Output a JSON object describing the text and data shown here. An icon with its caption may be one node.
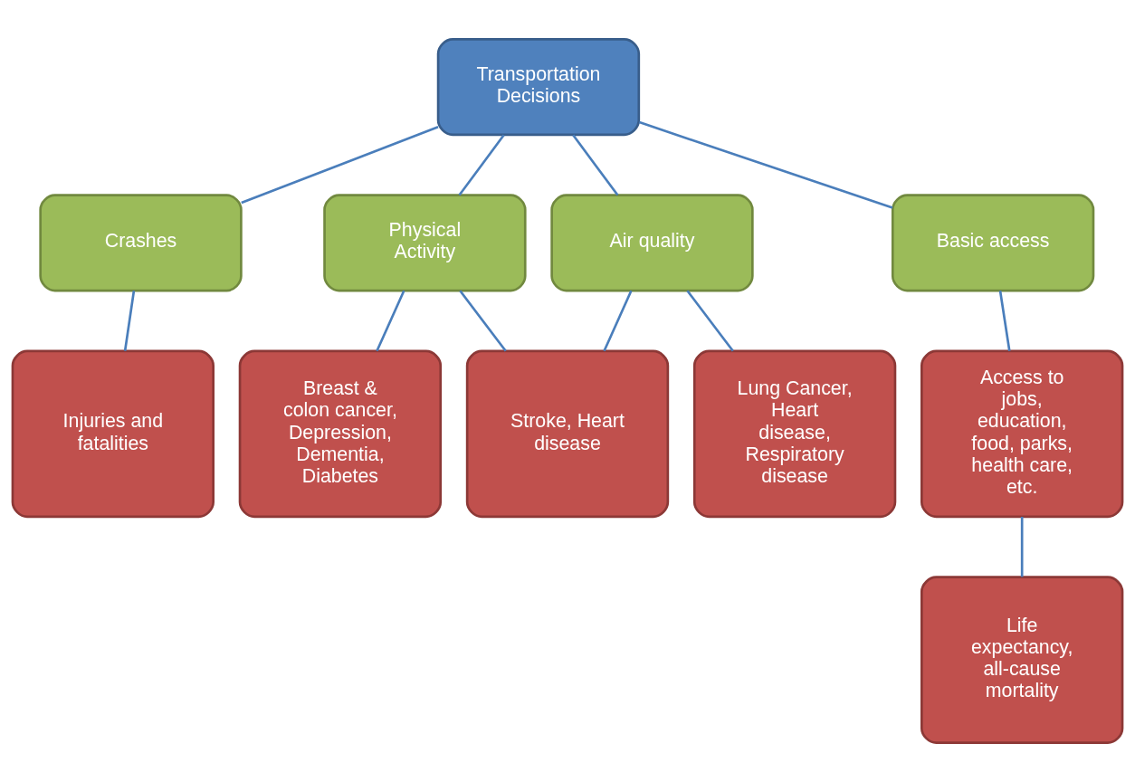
{
  "diagram": {
    "nodes": [
      {
        "text": [
          "Transportation Decisions"
        ]
      },
      {
        "text": [
          "Crashes"
        ]
      },
      {
        "text": [
          "Physical Activity"
        ]
      },
      {
        "text": [
          "Air quality"
        ]
      },
      {
        "text": [
          "Basic access"
        ]
      },
      {
        "text": [
          "Injuries and fatalities"
        ]
      },
      {
        "text": [
          "Breast & colon cancer, Depression, Dementia, Diabetes"
        ]
      },
      {
        "text": [
          "Stroke, Heart disease"
        ]
      },
      {
        "text": [
          "Lung Cancer, Heart disease, Respiratory disease"
        ]
      },
      {
        "text": [
          "Access to jobs, education, food, parks, health care, etc."
        ]
      },
      {
        "text": [
          "Life expectancy, all-cause mortality"
        ]
      }
    ],
    "edges": [
      {
        "from": 0,
        "to": 1,
        "arrow": "none"
      },
      {
        "from": 0,
        "to": 2,
        "arrow": "none"
      },
      {
        "from": 0,
        "to": 3,
        "arrow": "none"
      },
      {
        "from": 0,
        "to": 4,
        "arrow": "none"
      },
      {
        "from": 1,
        "to": 5,
        "arrow": "none"
      },
      {
        "from": 2,
        "to": 6,
        "arrow": "none"
      },
      {
        "from": 2,
        "to": 7,
        "arrow": "none"
      },
      {
        "from": 3,
        "to": 7,
        "arrow": "none"
      },
      {
        "from": 3,
        "to": 8,
        "arrow": "none"
      },
      {
        "from": 4,
        "to": 9,
        "arrow": "none"
      },
      {
        "from": 9,
        "to": 10,
        "arrow": "none"
      }
    ]
  }
}
